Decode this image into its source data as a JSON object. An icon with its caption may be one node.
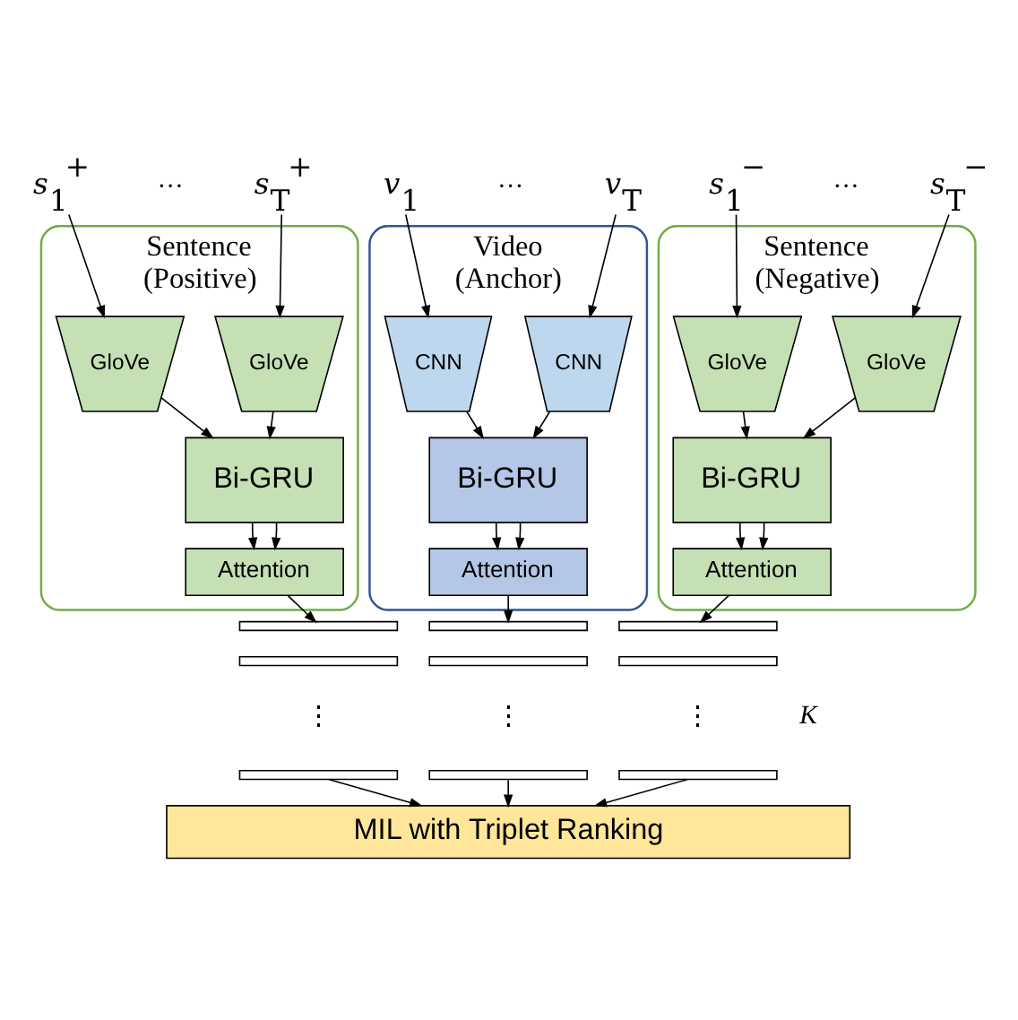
{
  "diagram": {
    "nodes": [
      {
        "text": [
          "Sentence (Positive)"
        ]
      },
      {
        "text": [
          "*s*$_{1}$$^{+}$"
        ]
      },
      {
        "text": [
          "*s*$_{T}$$^{+}$"
        ]
      },
      {
        "text": [
          "GloVe"
        ],
        "in": 0
      },
      {
        "text": [
          "GloVe"
        ],
        "in": 0
      },
      {
        "text": [
          "Bi-GRU"
        ],
        "in": 0
      },
      {
        "text": [
          "Attention"
        ],
        "in": 0
      },
      {
        "text": [
          "Video (Anchor)"
        ]
      },
      {
        "text": [
          "*v*$_{1}$"
        ]
      },
      {
        "text": [
          "*v*$_{T}$"
        ]
      },
      {
        "text": [
          "CNN"
        ],
        "in": 7
      },
      {
        "text": [
          "CNN"
        ],
        "in": 7
      },
      {
        "text": [
          "Bi-GRU"
        ],
        "in": 7
      },
      {
        "text": [
          "Attention"
        ],
        "in": 7
      },
      {
        "text": [
          "Sentence (Negative)"
        ]
      },
      {
        "text": [
          "*s*$_{1}$$^{−}$"
        ]
      },
      {
        "text": [
          "*s*$_{T}$$^{−}$"
        ]
      },
      {
        "text": [
          "GloVe"
        ],
        "in": 14
      },
      {
        "text": [
          "GloVe"
        ],
        "in": 14
      },
      {
        "text": [
          "Bi-GRU"
        ],
        "in": 14
      },
      {
        "text": [
          "Attention"
        ],
        "in": 14
      },
      {
        "text": [],
        "shape": "bar"
      },
      {
        "text": [],
        "shape": "bar"
      },
      {
        "text": [],
        "shape": "bar"
      },
      {
        "text": [],
        "shape": "bar"
      },
      {
        "text": [],
        "shape": "bar"
      },
      {
        "text": [],
        "shape": "bar"
      },
      {
        "text": [],
        "shape": "bar"
      },
      {
        "text": [],
        "shape": "bar"
      },
      {
        "text": [],
        "shape": "bar"
      },
      {
        "text": [
          "MIL with Triplet Ranking"
        ]
      }
    ],
    "edges": [
      {
        "from": 1,
        "to": 3,
        "arrow": "to"
      },
      {
        "from": 2,
        "to": 4,
        "arrow": "to"
      },
      {
        "from": 3,
        "to": 5,
        "arrow": "to"
      },
      {
        "from": 4,
        "to": 5,
        "arrow": "to"
      },
      {
        "from": 5,
        "to": 6,
        "arrow": "to"
      },
      {
        "from": 5,
        "to": 6,
        "arrow": "to"
      },
      {
        "from": 6,
        "to": 21,
        "arrow": "to"
      },
      {
        "from": 8,
        "to": 10,
        "arrow": "to"
      },
      {
        "from": 9,
        "to": 11,
        "arrow": "to"
      },
      {
        "from": 10,
        "to": 12,
        "arrow": "to"
      },
      {
        "from": 11,
        "to": 12,
        "arrow": "to"
      },
      {
        "from": 12,
        "to": 13,
        "arrow": "to"
      },
      {
        "from": 12,
        "to": 13,
        "arrow": "to"
      },
      {
        "from": 13,
        "to": 24,
        "arrow": "to"
      },
      {
        "from": 15,
        "to": 17,
        "arrow": "to"
      },
      {
        "from": 16,
        "to": 18,
        "arrow": "to"
      },
      {
        "from": 17,
        "to": 19,
        "arrow": "to"
      },
      {
        "from": 18,
        "to": 19,
        "arrow": "to"
      },
      {
        "from": 19,
        "to": 20,
        "arrow": "to"
      },
      {
        "from": 19,
        "to": 20,
        "arrow": "to"
      },
      {
        "from": 20,
        "to": 27,
        "arrow": "to"
      },
      {
        "from": 23,
        "to": 30,
        "arrow": "to"
      },
      {
        "from": 26,
        "to": 30,
        "arrow": "to"
      },
      {
        "from": 29,
        "to": 30,
        "arrow": "to"
      }
    ],
    "labels": [
      "···",
      "···",
      "···",
      "⋮",
      "⋮",
      "⋮",
      "*K*"
    ]
  }
}
